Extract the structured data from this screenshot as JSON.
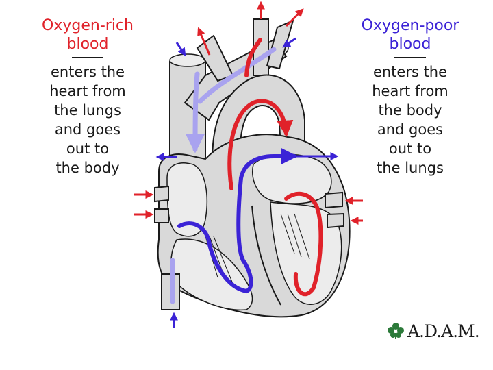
{
  "left_panel": {
    "title_line1": "Oxygen-rich",
    "title_line2": "blood",
    "desc": [
      "enters the",
      "heart from",
      "the lungs",
      "and goes",
      "out to",
      "the body"
    ]
  },
  "right_panel": {
    "title_line1": "Oxygen-poor",
    "title_line2": "blood",
    "desc": [
      "enters the",
      "heart from",
      "the body",
      "and goes",
      "out to",
      "the lungs"
    ]
  },
  "logo": {
    "text": "A.D.A.M."
  },
  "colors": {
    "oxygen_rich": "#e0222a",
    "oxygen_poor": "#3b23d6",
    "heart_fill": "#d9d9d9",
    "outline": "#1a1a1a",
    "logo_leaf": "#2c7a3a"
  },
  "icons": {
    "logo_mark": "leaf-icon",
    "flow_markers": "arrow-icon"
  }
}
